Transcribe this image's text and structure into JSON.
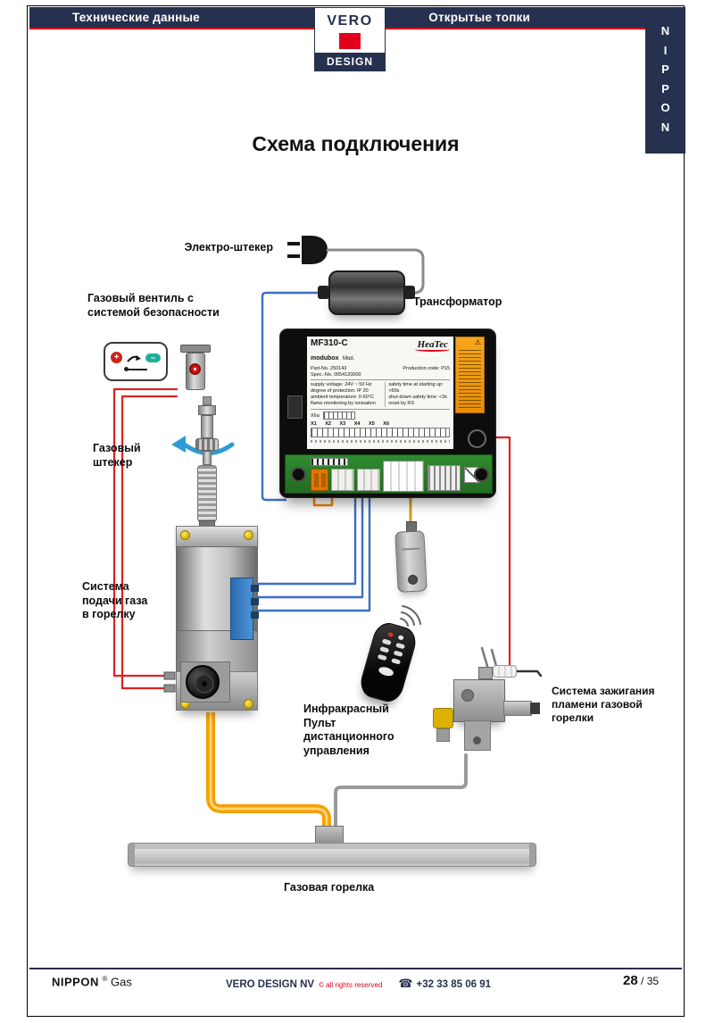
{
  "header": {
    "left_section": "Технические данные",
    "right_section": "Открытые топки",
    "logo_top": "VERO",
    "logo_bottom": "DESIGN",
    "side_brand": "NIPPON",
    "side_brand_vertical": "N\nI\nP\nP\nO\nN"
  },
  "title": "Схема подключения",
  "labels": {
    "electric_plug": "Электро-штекер",
    "transformer": "Трансформатор",
    "gas_valve": "Газовый вентиль с\nсистемой безопасности",
    "gas_plug": "Газовый\nштекер",
    "gas_supply": "Система\nподачи газа\nв горелку",
    "remote": "Инфракрасный\nПульт\nдистанционного\nуправления",
    "ignition": "Система зажигания\nпламени газовой\nгорелки",
    "burner": "Газовая горелка"
  },
  "valve_icon": {
    "plus": "+",
    "minus": "−"
  },
  "control_box": {
    "model": "MF310-C",
    "series": "modubox",
    "mod": "Mod.",
    "brand": "HeaTec",
    "part_no": "Part-No. 250143",
    "spec_no": "Spec.-No. 0054120000",
    "production_code": "Production code: P15",
    "specs_left": "supply voltage: 24V ~ 50 Hz\ndegree of protection: IP 20\nambient temperature: 0-60°C\nflame monitoring by ionisation",
    "specs_right": "safety time at starting up: <60s\nshut-down safety time: <3s\nreset by RS",
    "x6a": "X6a",
    "terminals": "X1 X2 X3 X4 X5 X6",
    "warning_icon": "⚠"
  },
  "footer": {
    "brand": "NIPPON",
    "reg": "®",
    "brand_suffix": "Gas",
    "company": "VERO DESIGN NV",
    "rights": "© all rights reserved",
    "phone_icon": "☎",
    "phone": "+32 33 85 06 91",
    "page_current": "28",
    "page_total": "/ 35"
  },
  "colors": {
    "navy": "#26304f",
    "accent_red": "#e2001a",
    "wire_blue": "#3a6fc4",
    "wire_red": "#e02020",
    "wire_orange": "#f5a000",
    "wire_yellow": "#c9a227",
    "wire_gray": "#9a9a9a",
    "pcb_green": "#2f8b2f",
    "sticker_orange": "#f09a00"
  }
}
